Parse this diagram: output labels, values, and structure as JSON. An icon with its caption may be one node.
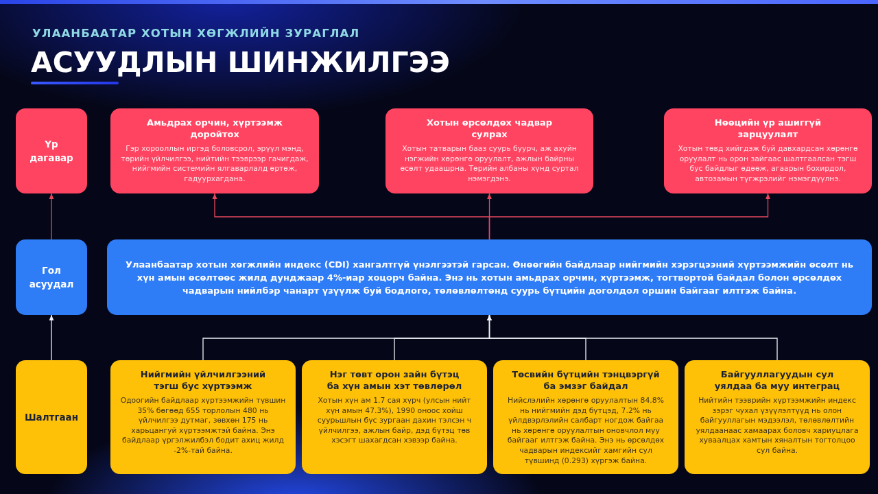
{
  "diagram": {
    "title": "АСУУДЛЫН ШИНЖИЛГЭЭ",
    "nodes": [
      {
        "text": [
          "Үр дагавар"
        ]
      },
      {
        "text": [
          "Амьдрах орчин, хүртээмж доройтох",
          "Гэр хорооллын иргэд боловсрол, эрүүл мэнд, төрийн үйлчилгээ, нийтийн тээврээр гачигдаж, нийгмийн системийн ялгаварлалд өртөж, гадуурхагдана."
        ]
      },
      {
        "text": [
          "Хотын өрсөлдөх чадвар сулрах",
          "Хотын татварын бааз суурь буурч, аж ахуйн нэгжийн хөрөнгө оруулалт, ажлын байрны өсөлт удаашрна. Төрийн албаны хүнд суртал нэмэгдэнэ."
        ]
      },
      {
        "text": [
          "Нөөцийн үр ашиггүй зарцуулалт",
          "Хотын төвд хийгдэж буй давхардсан хөрөнгө оруулалт нь орон зайгаас шалтгаалсан тэгш бус байдлыг өдөөж, агаарын бохирдол, автозамын түгжрэлийг нэмэгдүүлнэ."
        ]
      },
      {
        "text": [
          "Гол асуудал"
        ]
      },
      {
        "text": [
          "Улаанбаатар хотын хөгжлийн индекс (CDI) хангалтгүй үнэлгээтэй гарсан. Өнөөгийн байдлаар нийгмийн хэрэгцээний хүртээмжийн өсөлт нь хүн амын өсөлтөөс жилд дунджаар 4%-иар хоцорч байна. Энэ нь хотын амьдрах орчин, хүртээмж, тогтвортой байдал болон өрсөлдөх чадварын нийлбэр чанарт үзүүлж буй бодлого, төлөвлөлтөнд суурь бүтцийн доголдол оршин байгааг илтгэж байна."
        ]
      },
      {
        "text": [
          "Шалтгаан"
        ]
      },
      {
        "text": [
          "Нийгмийн үйлчилгээний тэгш бус хүртээмж",
          "Одоогийн байдлаар хүртээмжийн түвшин 35% бөгөөд 655 торлолын 480 нь үйлчилгээ дутмаг, зөвхөн 175 нь харьцангуй хүртээмжтэй байна. Энэ байдлаар үргэлжилбэл бодит ахиц жилд -2%-тай байна."
        ]
      },
      {
        "text": [
          "Нэг төвт орон зайн бүтэц ба хүн амын хэт төвлөрөл",
          "Хотын хүн ам 1.7 сая хүрч (улсын нийт хүн амын 47.3%), 1990 оноос хойш суурьшлын бүс зургаан дахин тэлсэн ч үйлчилгээ, ажлын байр, дэд бүтэц төв хэсэгт шахагдсан хэвээр байна."
        ]
      },
      {
        "text": [
          "Төсвийн бүтцийн тэнцвэргүй ба эмзэг байдал",
          "Нийслэлийн хөрөнгө оруулалтын 84.8% нь нийгмийн дэд бүтцэд, 7.2% нь үйлдвэрлэлийн салбарт ногдож байгаа нь хөрөнгө оруулалтын оновчлол муу байгааг илтгэж байна. Энэ нь өрсөлдөх чадварын индексийг хамгийн сул түвшинд (0.293) хүргэж байна."
        ]
      },
      {
        "text": [
          "Байгууллагуудын сул уялдаа ба муу интеграц",
          "Нийтийн тээврийн хүртээмжийн индекс зэрэг чухал үзүүлэлтүүд нь олон байгууллагын мэдээлэл, төлөвлөлтийн уялдаанаас хамаарах боловч хариуцлага хуваалцах хамтын хяналтын тогтолцоо сул байна."
        ]
      }
    ],
    "edges": [
      {
        "from": 6,
        "to": 4,
        "arrow": "to"
      },
      {
        "from": 4,
        "to": 0,
        "arrow": "to",
        "color": "#e8485e"
      },
      {
        "from": 7,
        "to": 5,
        "arrow": "to"
      },
      {
        "from": 8,
        "to": 5,
        "arrow": "to"
      },
      {
        "from": 9,
        "to": 5,
        "arrow": "to"
      },
      {
        "from": 10,
        "to": 5,
        "arrow": "to"
      },
      {
        "from": 5,
        "to": 1,
        "arrow": "to",
        "color": "#e8485e"
      },
      {
        "from": 5,
        "to": 2,
        "arrow": "to",
        "color": "#e8485e"
      },
      {
        "from": 5,
        "to": 3,
        "arrow": "to",
        "color": "#e8485e"
      }
    ],
    "labels": [
      "УЛААНБААТАР ХОТЫН ХӨГЖЛИЙН ЗУРАГЛАЛ"
    ]
  }
}
